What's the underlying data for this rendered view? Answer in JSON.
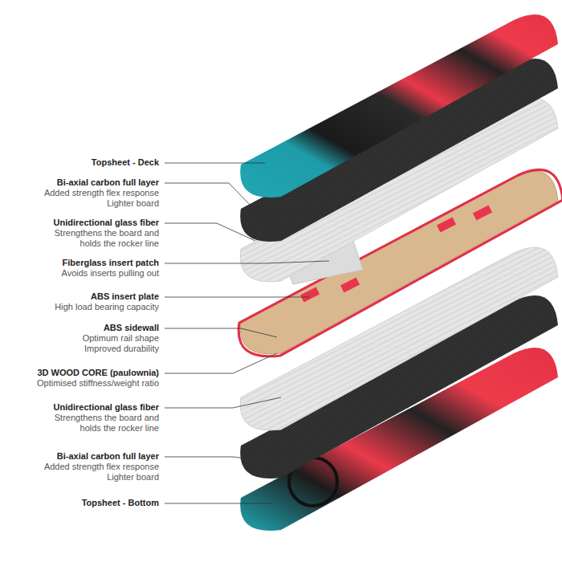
{
  "diagram": {
    "labels": [
      "Topsheet - Deck",
      "Bi-axial carbon full layer",
      "Added strength flex response",
      "Lighter board",
      "Unidirectional glass fiber",
      "Strengthens the board and",
      "holds the rocker line",
      "Fiberglass insert patch",
      "Avoids inserts pulling out",
      "ABS insert plate",
      "High load bearing capacity",
      "ABS sidewall",
      "Optimum rail shape",
      "Improved durability",
      "3D WOOD CORE (paulownia)",
      "Optimised stiffness/weight ratio",
      "Unidirectional glass fiber",
      "Strengthens the board and",
      "holds the rocker line",
      "Bi-axial carbon full layer",
      "Added strength flex response",
      "Lighter board",
      "Topsheet - Bottom"
    ]
  }
}
